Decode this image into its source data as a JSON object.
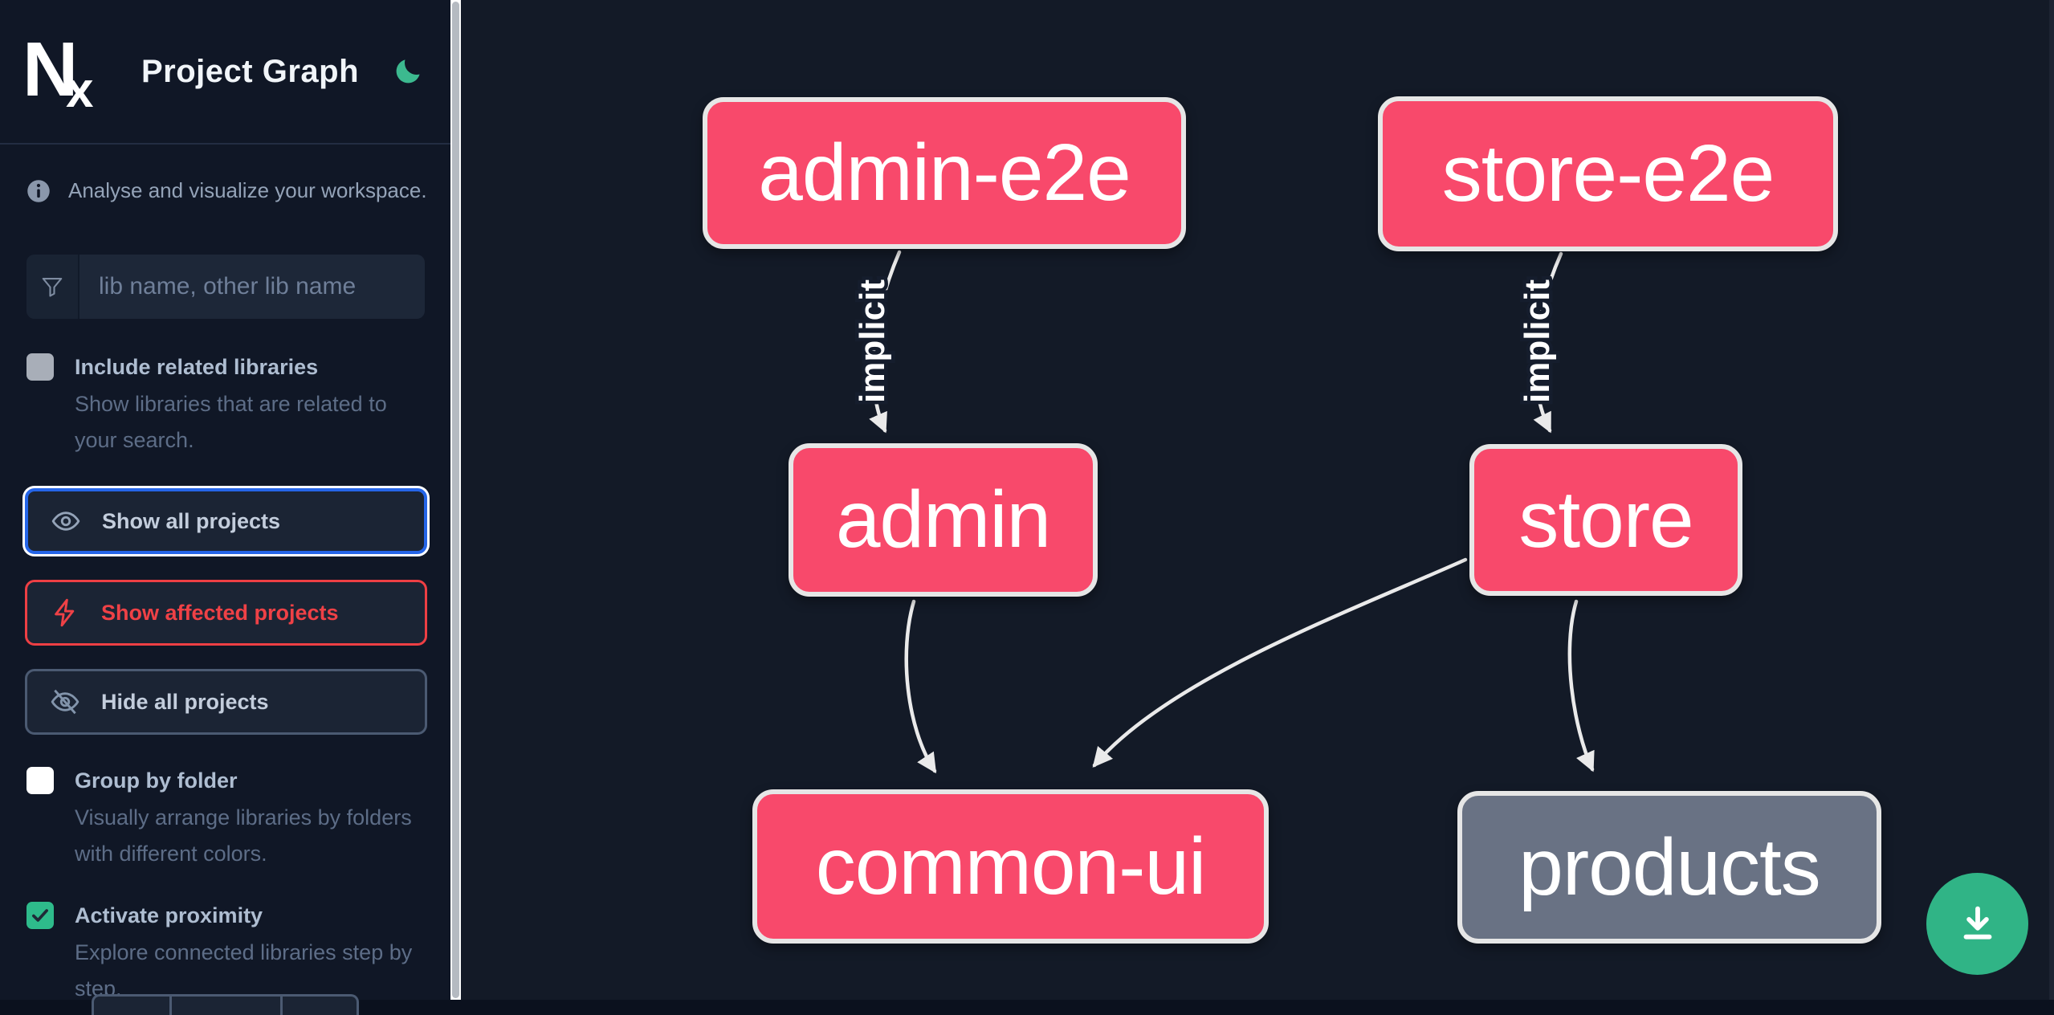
{
  "header": {
    "app_title": "Project Graph",
    "theme_icon": "moon-icon"
  },
  "sidebar": {
    "tagline": "Analyse and visualize your workspace.",
    "search": {
      "placeholder": "lib name, other lib name",
      "value": ""
    },
    "checkboxes": [
      {
        "label": "Include related libraries",
        "description": "Show libraries that are related to your search.",
        "checked": false
      },
      {
        "label": "Group by folder",
        "description": "Visually arrange libraries by folders with different colors.",
        "checked": false
      },
      {
        "label": "Activate proximity",
        "description": "Explore connected libraries step by step.",
        "checked": true
      }
    ],
    "buttons": [
      {
        "label": "Show all projects",
        "icon": "eye-icon",
        "state": "focused"
      },
      {
        "label": "Show affected projects",
        "icon": "bolt-icon",
        "state": "affected"
      },
      {
        "label": "Hide all projects",
        "icon": "eye-off-icon",
        "state": "default"
      }
    ]
  },
  "graph": {
    "nodes": [
      {
        "label": "admin-e2e",
        "color": "pink"
      },
      {
        "label": "store-e2e",
        "color": "pink"
      },
      {
        "label": "admin",
        "color": "pink"
      },
      {
        "label": "store",
        "color": "pink"
      },
      {
        "label": "common-ui",
        "color": "pink"
      },
      {
        "label": "products",
        "color": "gray"
      }
    ],
    "edges": [
      {
        "from": "admin-e2e",
        "to": "admin",
        "label": "implicit"
      },
      {
        "from": "store-e2e",
        "to": "store",
        "label": "implicit"
      },
      {
        "from": "admin",
        "to": "common-ui",
        "label": ""
      },
      {
        "from": "store",
        "to": "common-ui",
        "label": ""
      },
      {
        "from": "store",
        "to": "products",
        "label": ""
      }
    ]
  },
  "colors": {
    "node_pink": "#f8496b",
    "node_gray": "#697284",
    "node_border": "#e6e6e6",
    "edge": "#eaeaea",
    "accent_green": "#30b486",
    "focus_blue": "#2565e8",
    "affected_red": "#ee3f44",
    "sidebar_bg": "#101726",
    "graph_bg": "#131a27"
  }
}
